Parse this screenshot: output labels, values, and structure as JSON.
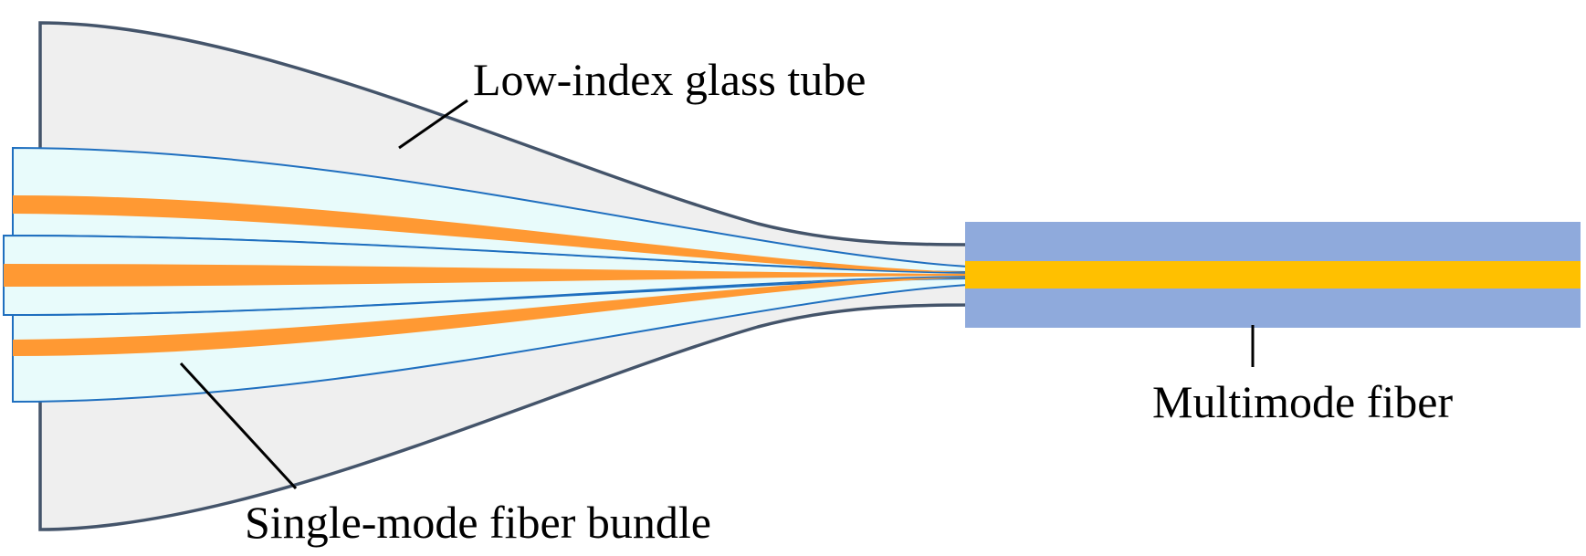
{
  "labels": {
    "tube": "Low-index glass tube",
    "bundle": "Single-mode fiber bundle",
    "mmf": "Multimode fiber"
  },
  "colors": {
    "background": "#ffffff",
    "glass_tube_fill": "#efefef",
    "glass_tube_outline": "#44546a",
    "fiber_cladding_fill": "#e8fbfb",
    "fiber_outline": "#1f6fbf",
    "fiber_core": "#ff9933",
    "mmf_cladding": "#8faadc",
    "mmf_core": "#ffc000",
    "leader_line": "#000000"
  }
}
